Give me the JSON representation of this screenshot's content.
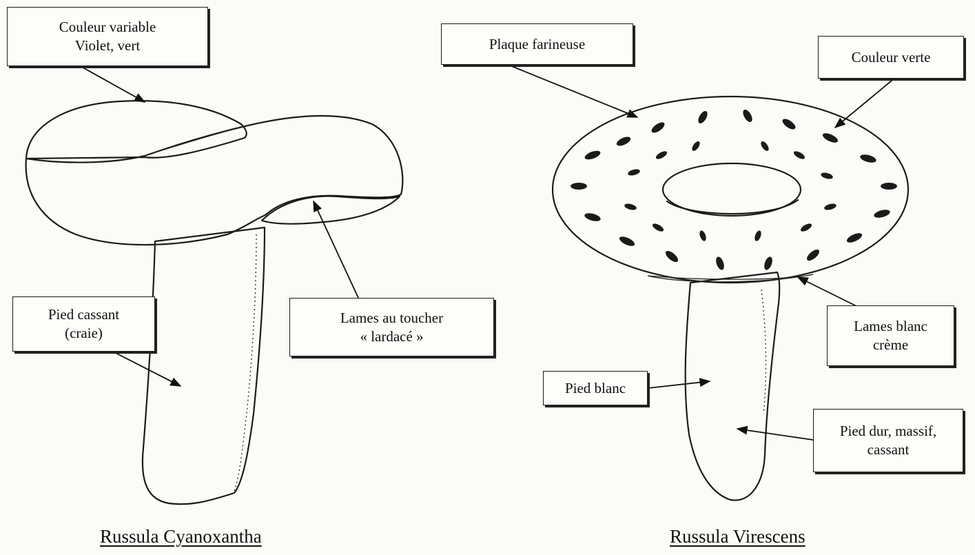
{
  "species": [
    {
      "name": "Russula Cyanoxantha",
      "labels": {
        "cap_color": [
          "Couleur variable",
          "Violet, vert"
        ],
        "stem": [
          "Pied cassant",
          "(craie)"
        ],
        "gills": [
          "Lames au toucher",
          "« lardacé »"
        ]
      }
    },
    {
      "name": "Russula Virescens",
      "labels": {
        "cap_patch": [
          "Plaque farineuse"
        ],
        "cap_color": [
          "Couleur verte"
        ],
        "gills": [
          "Lames blanc",
          "crème"
        ],
        "stem_white": [
          "Pied blanc"
        ],
        "stem_hard": [
          "Pied dur, massif,",
          "cassant"
        ]
      }
    }
  ]
}
